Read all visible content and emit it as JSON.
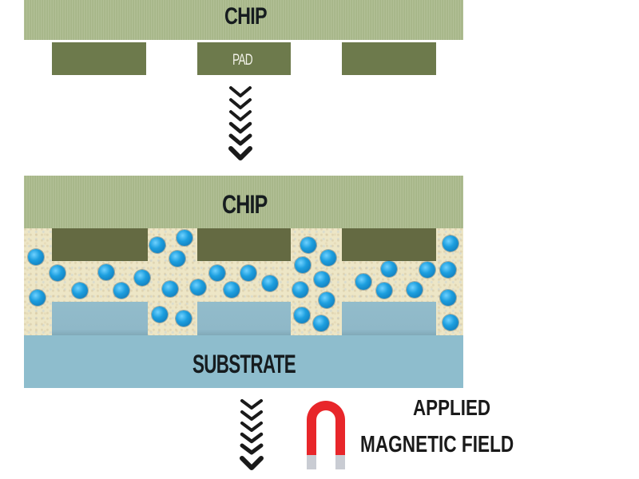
{
  "diagram": {
    "top_assembly": {
      "chip_label": "CHIP",
      "pad_label": "PAD"
    },
    "bonded_assembly": {
      "chip_label": "CHIP",
      "substrate_label": "SUBSTRATE"
    },
    "field": {
      "line1": "APPLIED",
      "line2": "MAGNETIC FIELD",
      "magnet_icon": "horseshoe-magnet-icon"
    },
    "arrows": {
      "top_icon": "chevron-down-stack-icon",
      "bottom_icon": "chevron-down-stack-icon",
      "chevron_count": 6
    },
    "colors": {
      "chip": "#a9b98a",
      "pad": "#6d7a4c",
      "substrate": "#8ebdcd",
      "fill": "#ede6c6",
      "particle": "#1d9fdf",
      "magnet": "#e8262a"
    }
  }
}
